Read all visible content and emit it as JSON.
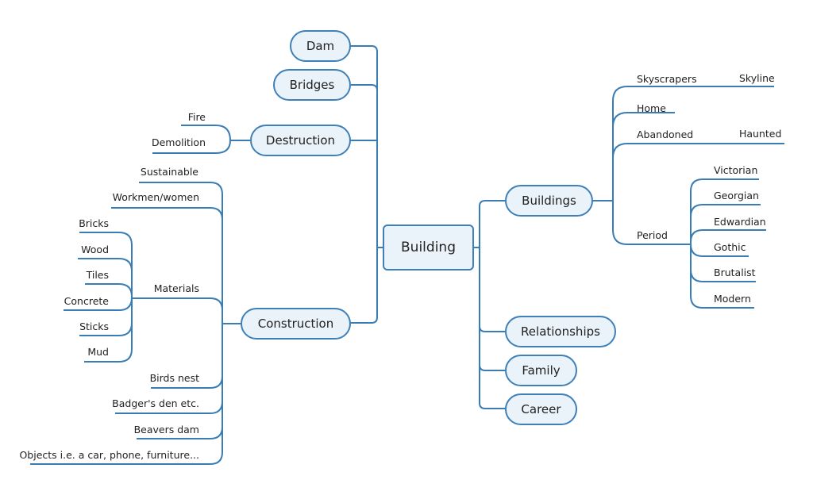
{
  "colors": {
    "line": "#3a7db5",
    "node_fill": "#eaf2fa",
    "node_border": "#3f80b8"
  },
  "root": {
    "label": "Building"
  },
  "left": {
    "dam": {
      "label": "Dam"
    },
    "bridges": {
      "label": "Bridges"
    },
    "destruction": {
      "label": "Destruction",
      "children": [
        "Fire",
        "Demolition"
      ]
    },
    "construction": {
      "label": "Construction",
      "children": {
        "sustainable": "Sustainable",
        "workmen": "Workmen/women",
        "materials": {
          "label": "Materials",
          "children": [
            "Bricks",
            "Wood",
            "Tiles",
            "Concrete",
            "Sticks",
            "Mud"
          ]
        },
        "birds_nest": "Birds nest",
        "badger": "Badger's den etc.",
        "beavers": "Beavers dam",
        "objects": "Objects i.e. a car, phone, furniture..."
      }
    }
  },
  "right": {
    "buildings": {
      "label": "Buildings",
      "children": {
        "skyscrapers": {
          "label": "Skyscrapers",
          "child": "Skyline"
        },
        "home": {
          "label": "Home"
        },
        "abandoned": {
          "label": "Abandoned",
          "child": "Haunted"
        },
        "period": {
          "label": "Period",
          "children": [
            "Victorian",
            "Georgian",
            "Edwardian",
            "Gothic",
            "Brutalist",
            "Modern"
          ]
        }
      }
    },
    "relationships": {
      "label": "Relationships"
    },
    "family": {
      "label": "Family"
    },
    "career": {
      "label": "Career"
    }
  }
}
